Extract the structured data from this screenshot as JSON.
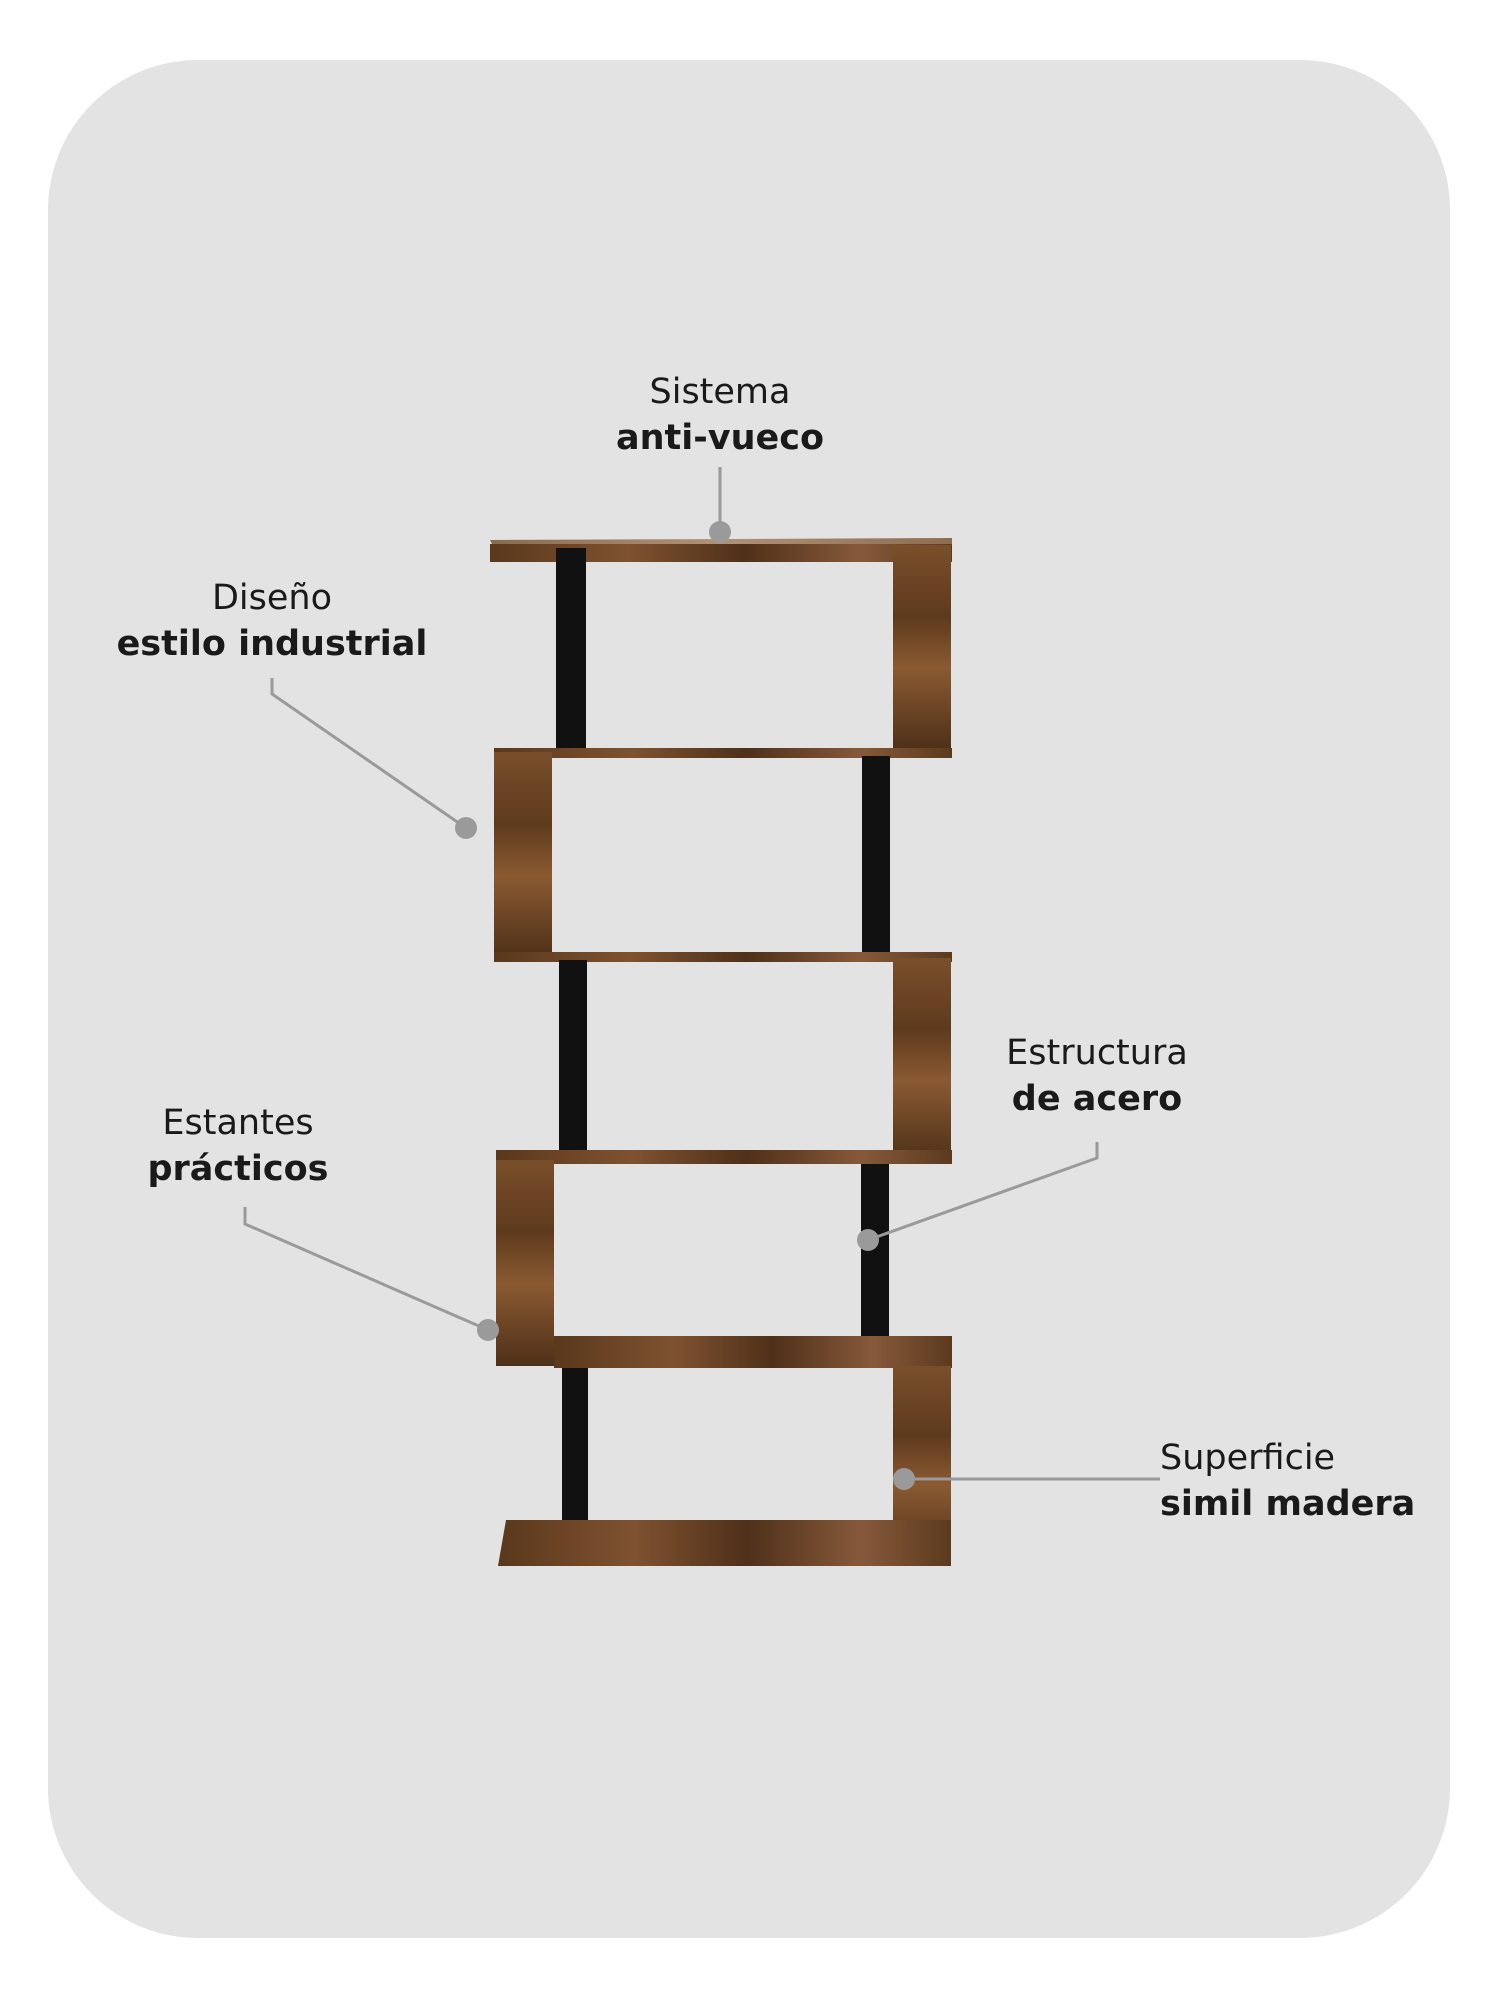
{
  "callouts": {
    "anti_tip": {
      "line1": "Sistema",
      "line2": "anti-vueco"
    },
    "industrial": {
      "line1": "Diseño",
      "line2": "estilo industrial"
    },
    "steel": {
      "line1": "Estructura",
      "line2": "de acero"
    },
    "shelves": {
      "line1": "Estantes",
      "line2": "prácticos"
    },
    "surface": {
      "line1": "Superficie",
      "line2": "simil madera"
    }
  },
  "colors": {
    "card_background": "#e3e3e3",
    "wood": "#6b4424",
    "wood_dark": "#4a2e16",
    "steel": "#111111",
    "leader_line": "#9a9a9a"
  },
  "icons": {
    "product": "s-shaped-bookshelf-image"
  }
}
